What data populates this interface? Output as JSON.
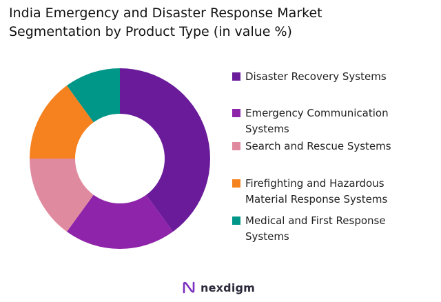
{
  "chart_data": {
    "type": "pie",
    "title": "India Emergency and Disaster Response Market Segmentation by Product Type (in value %)",
    "title_lines": [
      "India Emergency and Disaster Response Market",
      "Segmentation by Product Type (in value %)"
    ],
    "legend_position": "right",
    "categories": [
      "Disaster Recovery Systems",
      "Emergency Communication Systems",
      "Search and Rescue Systems",
      "Firefighting and Hazardous Material Response Systems",
      "Medical and First Response Systems"
    ],
    "legend_lines": [
      [
        "Disaster Recovery Systems"
      ],
      [
        "Emergency Communication",
        "Systems"
      ],
      [
        "Search and Rescue Systems"
      ],
      [
        "Firefighting and Hazardous",
        "Material Response Systems"
      ],
      [
        "Medical and First Response",
        "Systems"
      ]
    ],
    "values": [
      40,
      20,
      15,
      15,
      10
    ],
    "colors": [
      "#6a1b9a",
      "#8e24aa",
      "#e08aa0",
      "#f5821f",
      "#009688"
    ]
  },
  "brand": {
    "name": "nexdigm",
    "accent": "#7b2fbe"
  }
}
